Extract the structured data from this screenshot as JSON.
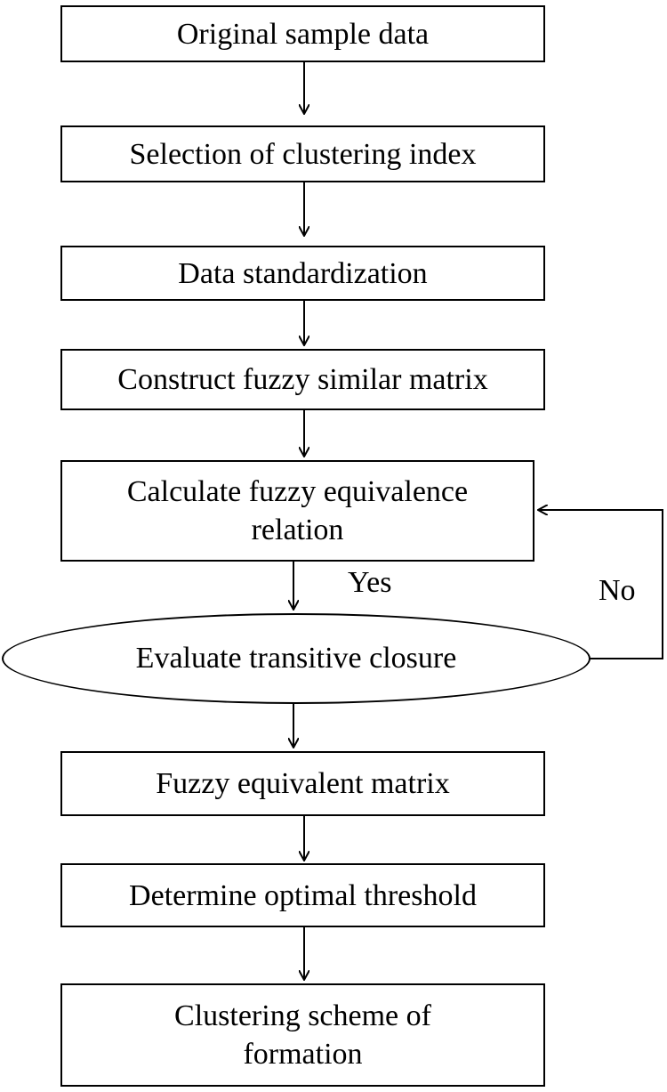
{
  "steps": [
    {
      "id": "original-sample-data",
      "label": "Original  sample data"
    },
    {
      "id": "selection-clustering-index",
      "label": "Selection of clustering  index"
    },
    {
      "id": "data-standardization",
      "label": "Data  standardization"
    },
    {
      "id": "construct-fuzzy-similar-matrix",
      "label": "Construct fuzzy  similar  matrix"
    },
    {
      "id": "calculate-fuzzy-equivalence-relation",
      "line1": "Calculate  fuzzy  equivalence",
      "line2": "relation"
    },
    {
      "id": "evaluate-transitive-closure",
      "label": "Evaluate  transitive  closure"
    },
    {
      "id": "fuzzy-equivalent-matrix",
      "label": "Fuzzy equivalent  matrix"
    },
    {
      "id": "determine-optimal-threshold",
      "label": "Determine  optimal  threshold"
    },
    {
      "id": "clustering-scheme",
      "line1": "Clustering  scheme  of",
      "line2": "formation"
    }
  ],
  "edges": {
    "yes_label": "Yes",
    "no_label": "No"
  }
}
